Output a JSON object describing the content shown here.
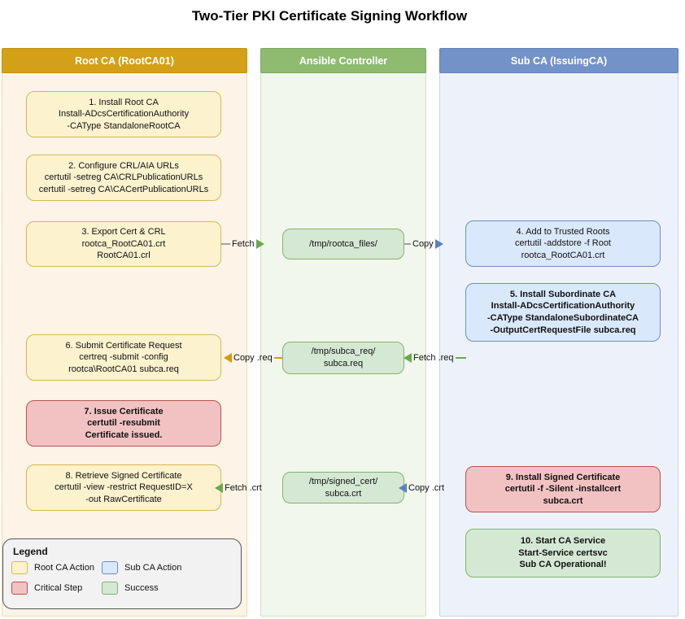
{
  "title": "Two-Tier PKI Certificate Signing Workflow",
  "lanes": {
    "rootca": {
      "header": "Root CA (RootCA01)"
    },
    "ansible": {
      "header": "Ansible Controller"
    },
    "subca": {
      "header": "Sub CA (IssuingCA)"
    }
  },
  "boxes": {
    "b1": {
      "l1": "1. Install Root CA",
      "l2": "Install-ADcsCertificationAuthority",
      "l3": "-CAType StandaloneRootCA"
    },
    "b2": {
      "l1": "2. Configure CRL/AIA URLs",
      "l2": "certutil -setreg CA\\CRLPublicationURLs",
      "l3": "certutil -setreg CA\\CACertPublicationURLs"
    },
    "b3": {
      "l1": "3. Export Cert & CRL",
      "l2": "rootca_RootCA01.crt",
      "l3": "RootCA01.crl"
    },
    "b4": {
      "l1": "4. Add to Trusted Roots",
      "l2": "certutil -addstore -f Root",
      "l3": "rootca_RootCA01.crt"
    },
    "b5": {
      "l1": "5. Install Subordinate CA",
      "l2": "Install-ADcsCertificationAuthority",
      "l3": "-CAType StandaloneSubordinateCA",
      "l4": "-OutputCertRequestFile subca.req"
    },
    "b6": {
      "l1": "6. Submit Certificate Request",
      "l2": "certreq -submit -config",
      "l3": "rootca\\RootCA01 subca.req"
    },
    "b7": {
      "l1": "7. Issue Certificate",
      "l2": "certutil -resubmit",
      "l3": "Certificate issued."
    },
    "b8": {
      "l1": "8. Retrieve Signed Certificate",
      "l2": "certutil -view -restrict RequestID=X",
      "l3": "-out RawCertificate"
    },
    "b9": {
      "l1": "9. Install Signed Certificate",
      "l2": "certutil -f -Silent -installcert",
      "l3": "subca.crt"
    },
    "b10": {
      "l1": "10. Start CA Service",
      "l2": "Start-Service certsvc",
      "l3": "Sub CA Operational!"
    },
    "m1": {
      "l1": "/tmp/rootca_files/"
    },
    "m2": {
      "l1": "/tmp/subca_req/",
      "l2": "subca.req"
    },
    "m3": {
      "l1": "/tmp/signed_cert/",
      "l2": "subca.crt"
    }
  },
  "arrows": {
    "fetch1": "Fetch",
    "copy1": "Copy",
    "copy_req": "Copy .req",
    "fetch_req": "Fetch .req",
    "fetch_crt": "Fetch .crt",
    "copy_crt": "Copy .crt"
  },
  "legend": {
    "title": "Legend",
    "items": [
      {
        "label": "Root CA Action",
        "type": "yellow"
      },
      {
        "label": "Sub CA Action",
        "type": "blue"
      },
      {
        "label": "Critical Step",
        "type": "red"
      },
      {
        "label": "Success",
        "type": "green"
      }
    ]
  },
  "colors": {
    "rootca_header": "#D4A017",
    "ansible_header": "#8EBB70",
    "subca_header": "#7292C8",
    "yellow_fill": "#FCF2CE",
    "yellow_border": "#D6B656",
    "blue_fill": "#DAE8FC",
    "blue_border": "#6C8EBF",
    "red_fill": "#F2C2C2",
    "red_border": "#B85450",
    "green_fill": "#D5E8D4",
    "green_border": "#82B366",
    "fetch_arrowhead": "#6AA84F",
    "copy_arrowhead": "#5B7FC7",
    "copy_req_arrow": "#D79B00"
  }
}
